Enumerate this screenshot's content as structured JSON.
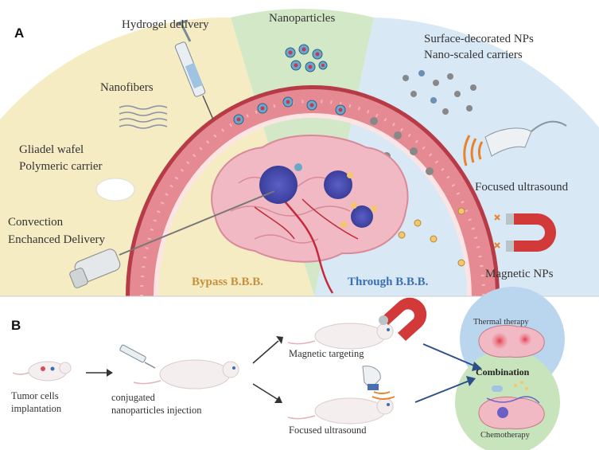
{
  "panel_a": {
    "letter": "A",
    "labels": {
      "hydrogel": "Hydrogel delivery",
      "nanoparticles": "Nanoparticles",
      "surface_line1": "Surface-decorated NPs",
      "surface_line2": "Nano-scaled carriers",
      "nanofibers": "Nanofibers",
      "gliadel_line1": "Gliadel wafel",
      "gliadel_line2": "Polymeric carrier",
      "convection_line1": "Convection",
      "convection_line2": "Enchanced Delivery",
      "focused_ultrasound": "Focused ultrasound",
      "magnetic_nps": "Magnetic NPs",
      "bypass_bbb": "Bypass B.B.B.",
      "through_bbb": "Through B.B.B."
    }
  },
  "panel_b": {
    "letter": "B",
    "labels": {
      "tumor_line1": "Tumor cells",
      "tumor_line2": "implantation",
      "conj_line1": "conjugated",
      "conj_line2": "nanoparticles injection",
      "magnetic_targeting": "Magnetic targeting",
      "focused_ultrasound": "Focused ultrasound",
      "thermal_therapy": "Thermal therapy",
      "combination": "Combination",
      "chemotherapy": "Chemotherapy"
    }
  },
  "colors": {
    "bypass_zone": "#f5ecc4",
    "nanoparticle_zone": "#d2e8c6",
    "through_zone": "#d9e8f5",
    "vessel": "#c94a55",
    "bypass_text": "#c8903c",
    "through_text": "#3a6fb0"
  }
}
